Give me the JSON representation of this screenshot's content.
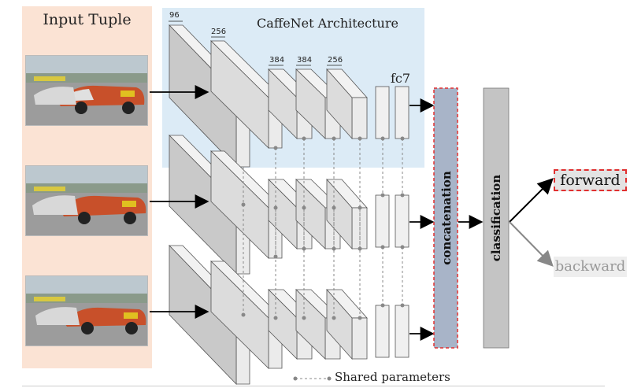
{
  "input_panel": {
    "title": "Input Tuple"
  },
  "architecture": {
    "title": "CaffeNet Architecture",
    "layer_sizes": [
      "96",
      "256",
      "384",
      "384",
      "256"
    ],
    "fc_label": "fc7"
  },
  "stages": {
    "concatenation": "concatenation",
    "classification": "classification"
  },
  "outputs": {
    "forward": "forward",
    "backward": "backward"
  },
  "legend": {
    "shared_parameters": "Shared parameters"
  },
  "colors": {
    "input_panel_bg": "#fbe3d4",
    "arch_panel_bg": "#dcebf6",
    "concat_fill": "#a8b4c8",
    "concat_border": "#e03030",
    "classification_fill": "#c4c4c4",
    "forward_arrow": "#000000",
    "backward_arrow": "#888888"
  },
  "icons": {
    "input_frames": "car-crash-photo"
  }
}
